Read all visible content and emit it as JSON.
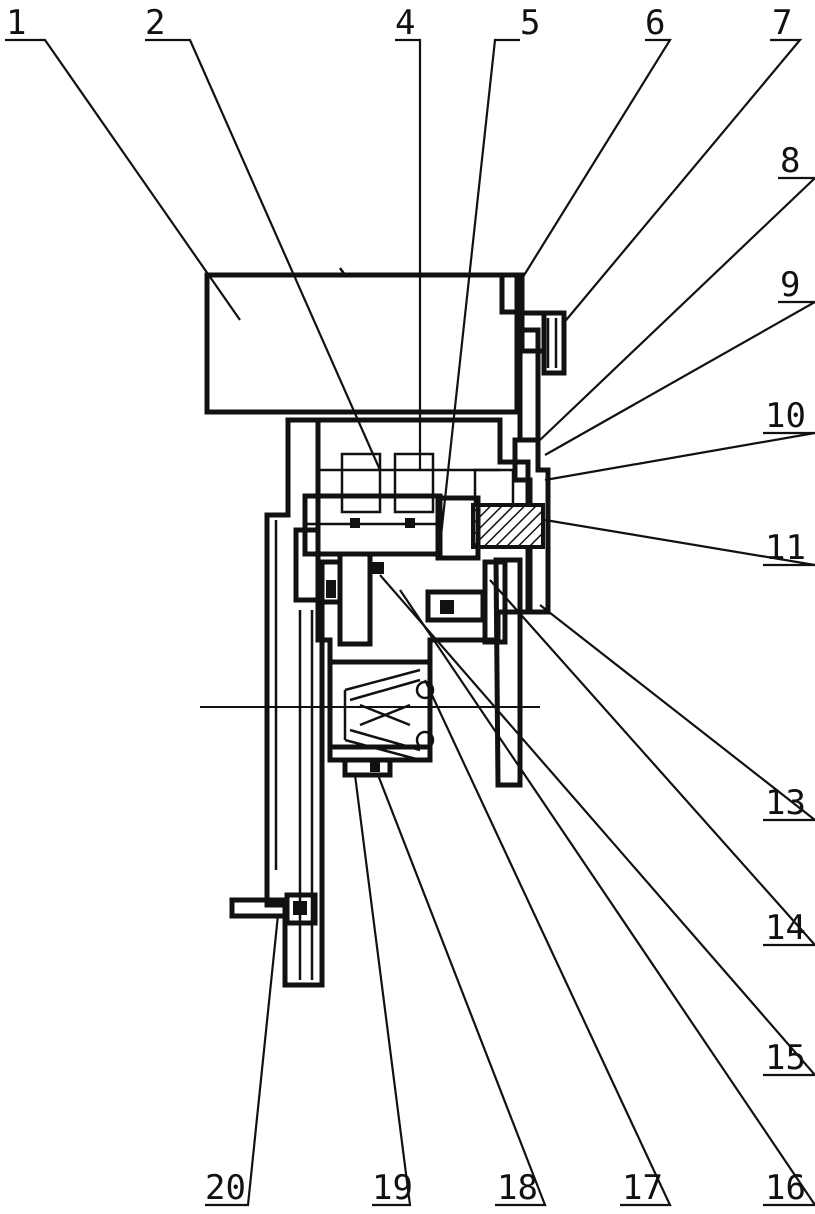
{
  "labels": {
    "l1": "1",
    "l2": "2",
    "l4": "4",
    "l5": "5",
    "l6": "6",
    "l7": "7",
    "l8": "8",
    "l9": "9",
    "l10": "10",
    "l11": "11",
    "l13": "13",
    "l14": "14",
    "l15": "15",
    "l16": "16",
    "l17": "17",
    "l18": "18",
    "l19": "19",
    "l20": "20"
  }
}
